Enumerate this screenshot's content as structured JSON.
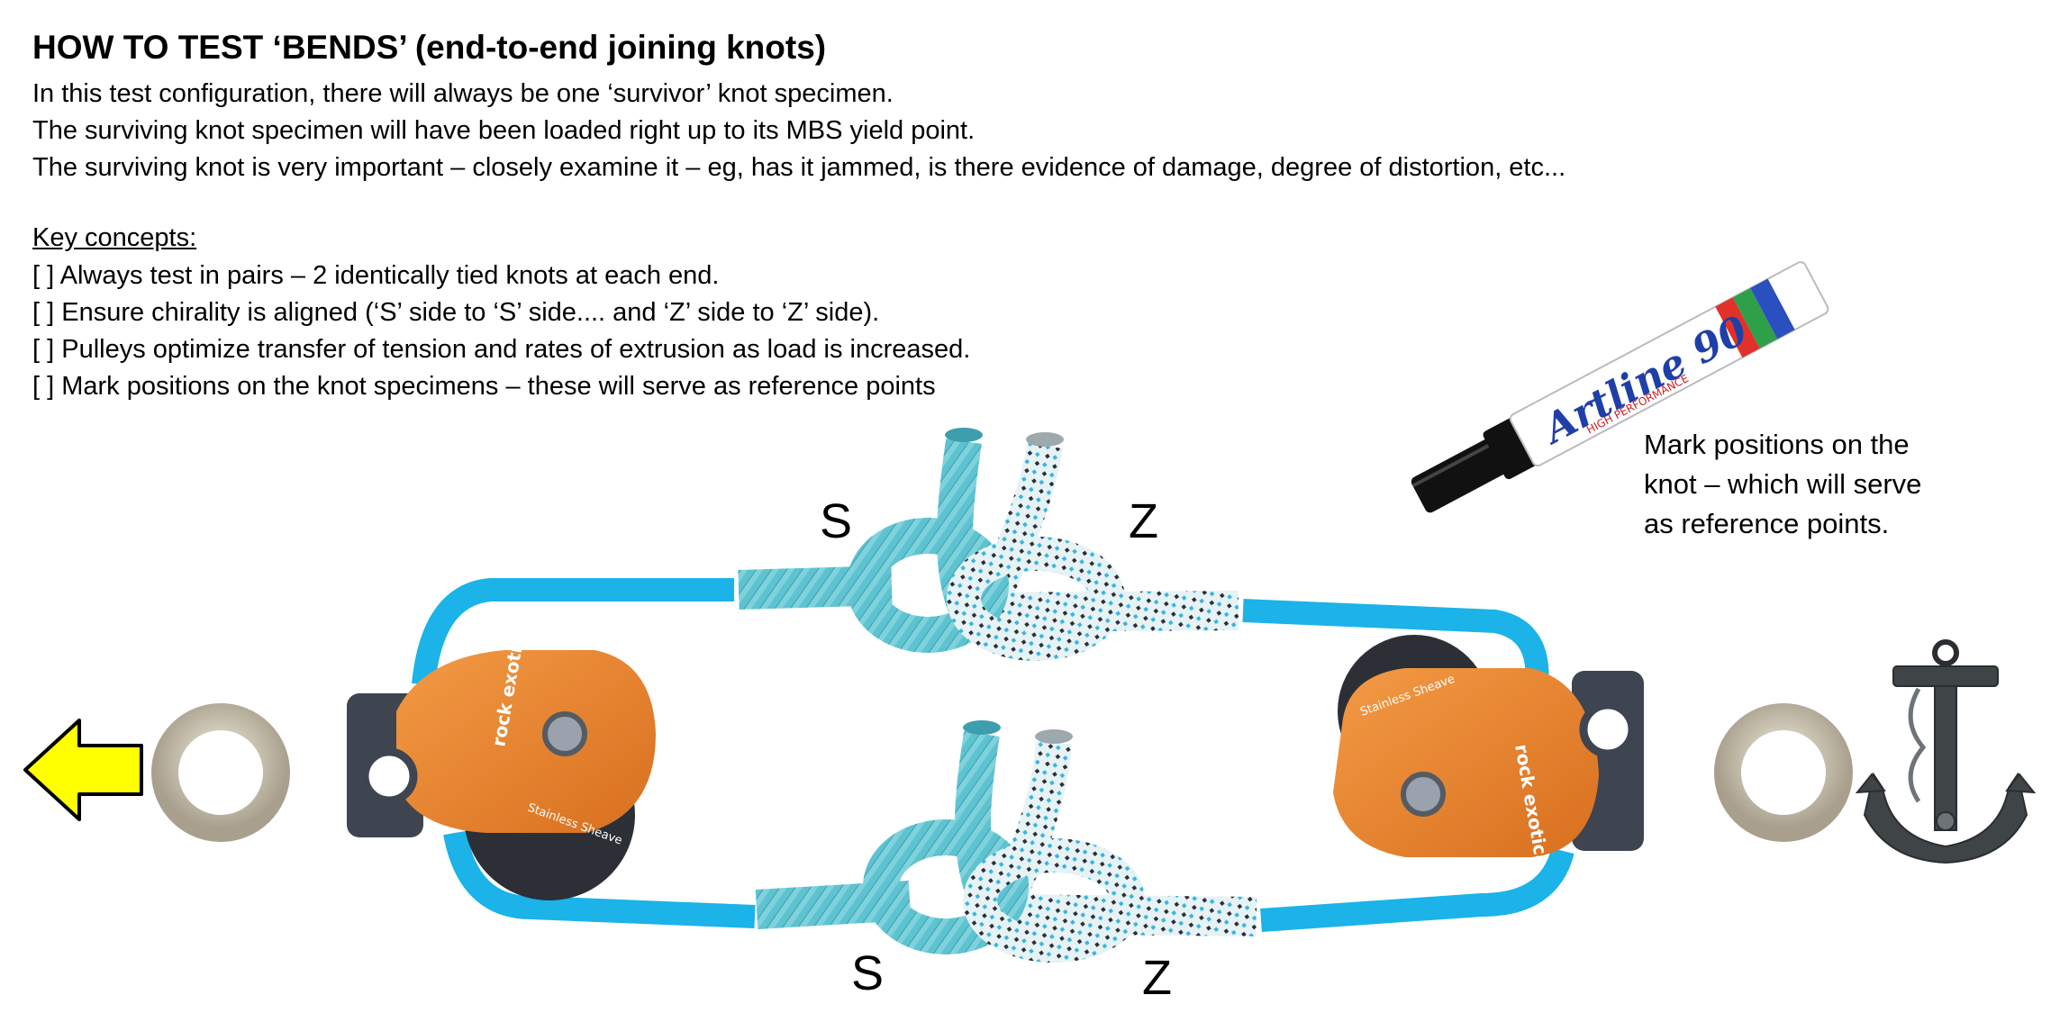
{
  "title": "HOW TO TEST ‘BENDS’ (end-to-end joining knots)",
  "intro": [
    "In this test configuration, there will always be one ‘survivor’ knot specimen.",
    "The surviving knot specimen will have been loaded right up to its MBS yield point.",
    "The surviving knot is very important – closely examine it – eg, has it jammed, is there evidence of damage, degree of distortion, etc..."
  ],
  "key_concepts": {
    "heading": "Key concepts:",
    "items": [
      "[ ] Always test in pairs – 2 identically tied knots at each end.",
      "[ ] Ensure chirality is aligned (‘S’ side to ‘S’ side.... and ‘Z’ side to ‘Z’ side).",
      "[ ] Pulleys optimize transfer of tension and rates of extrusion as load is increased.",
      "[ ] Mark positions on the knot specimens – these will serve as reference points"
    ]
  },
  "marker_note": [
    "Mark positions on the",
    "knot – which will serve",
    "as reference points."
  ],
  "marker_label": "Artline 90",
  "marker_sublabel": "HIGH PERFORMANCE",
  "pulley_brand": "rock exotica",
  "pulley_text": "Stainless Sheave",
  "chirality": {
    "top_left": "S",
    "top_right": "Z",
    "bottom_left": "S",
    "bottom_right": "Z"
  },
  "colors": {
    "rope_loop": "#1bb3e8",
    "rope_knot_teal": "#5ec3d0",
    "rope_knot_white": "#e6f2f4",
    "pulley_orange": "#e8822e",
    "arrow_fill": "#ffff00",
    "anchor": "#3f4446"
  }
}
